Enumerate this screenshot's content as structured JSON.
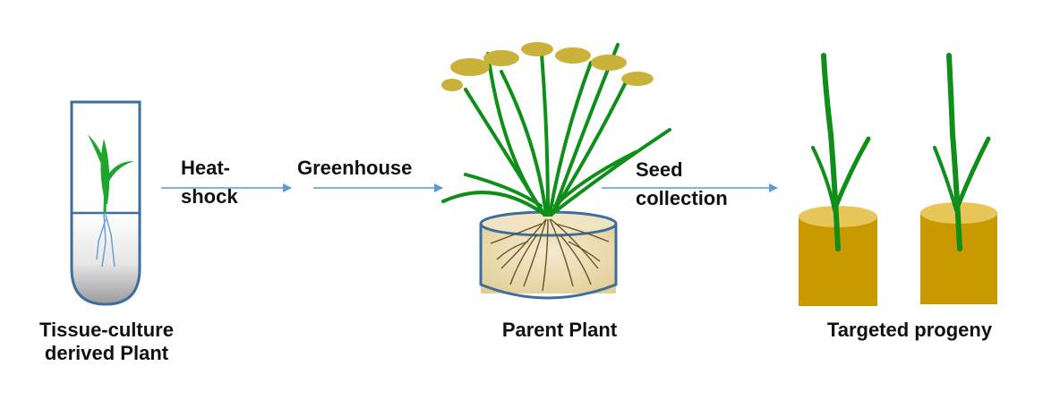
{
  "labels": {
    "tissue_culture_line1": "Tissue-culture",
    "tissue_culture_line2": "derived Plant",
    "heat_line1": "Heat-",
    "heat_line2": "shock",
    "greenhouse": "Greenhouse",
    "seed_line1": "Seed",
    "seed_line2": "collection",
    "parent_plant": "Parent Plant",
    "targeted_progeny": "Targeted progeny"
  },
  "colors": {
    "arrow": "#5b9bd5",
    "tube_outline": "#3e6e9c",
    "leaf_green": "#0f8f1a",
    "seedling_green": "#1fa52c",
    "pot_gold": "#c99a00",
    "pot_top": "#e8c75a",
    "soil": "#eedfb0",
    "root": "#6b5322",
    "panicle": "#c9b13a"
  }
}
